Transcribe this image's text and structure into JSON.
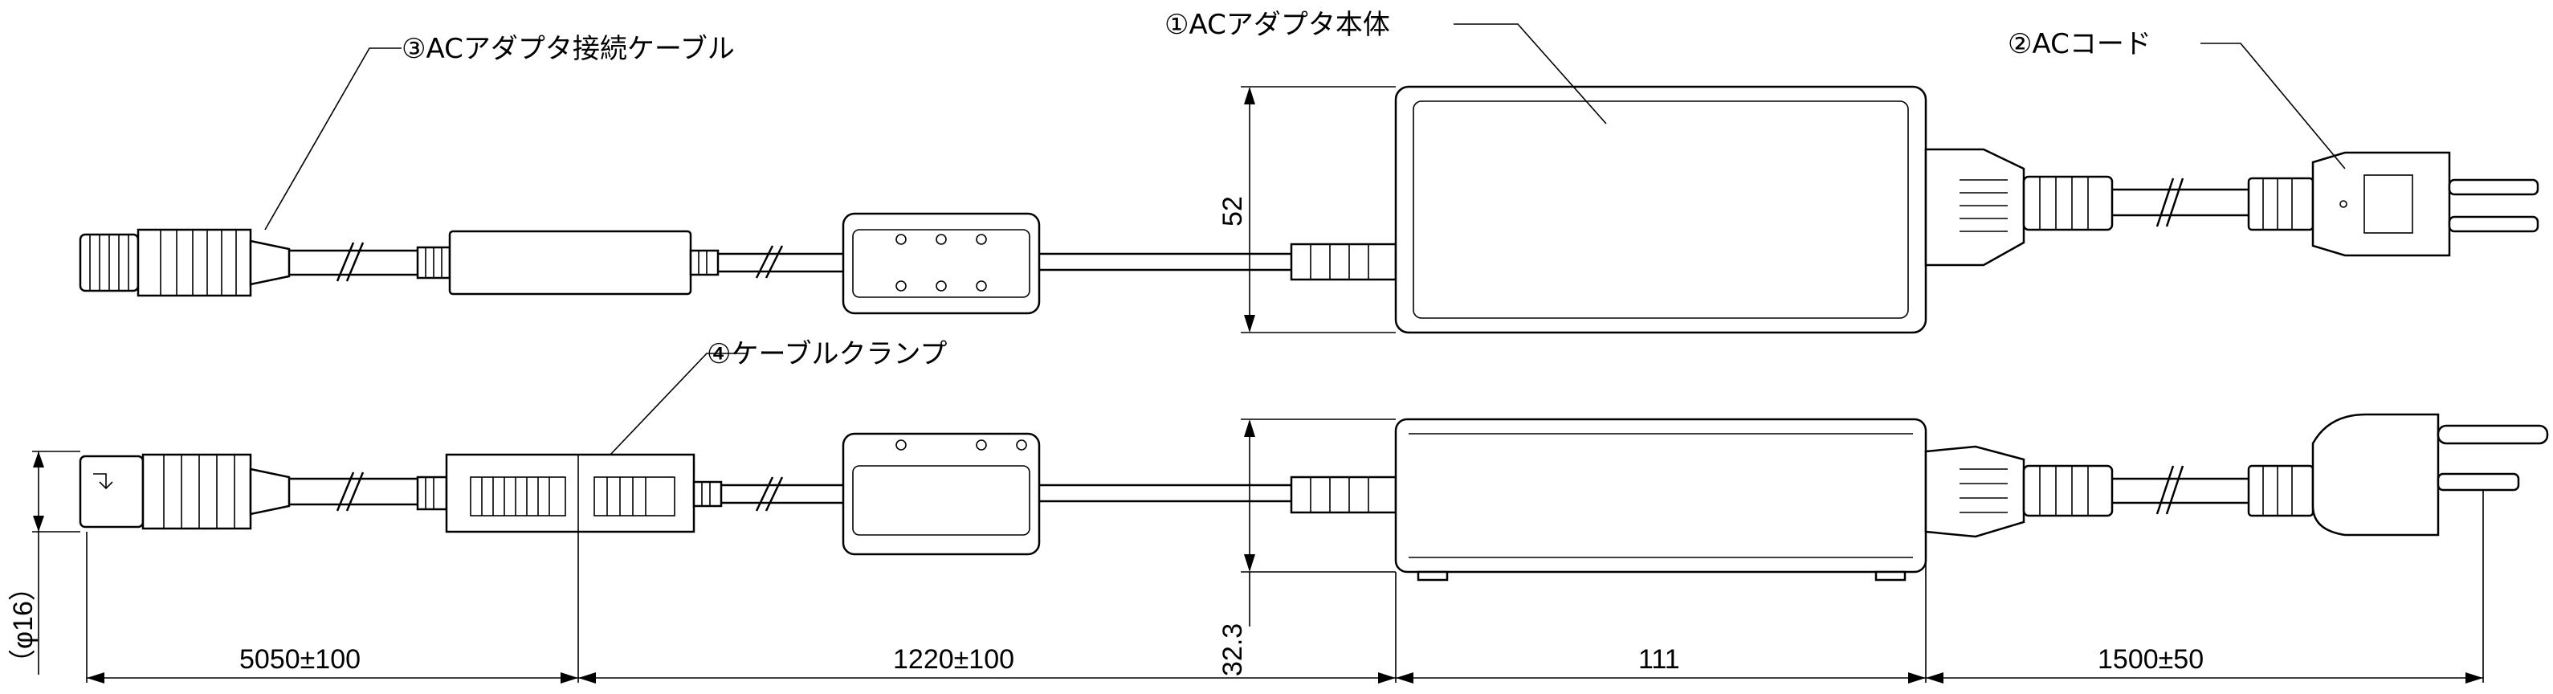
{
  "callouts": {
    "adapter_body": "①ACアダプタ本体",
    "ac_cord": "②ACコード",
    "connection_cable": "③ACアダプタ接続ケーブル",
    "cable_clamp": "④ケーブルクランプ"
  },
  "dimensions": {
    "height_top": "52",
    "height_side": "32.3",
    "diameter": "（φ16）",
    "seg1": "5050±100",
    "seg2": "1220±100",
    "seg3": "111",
    "seg4": "1500±50"
  }
}
